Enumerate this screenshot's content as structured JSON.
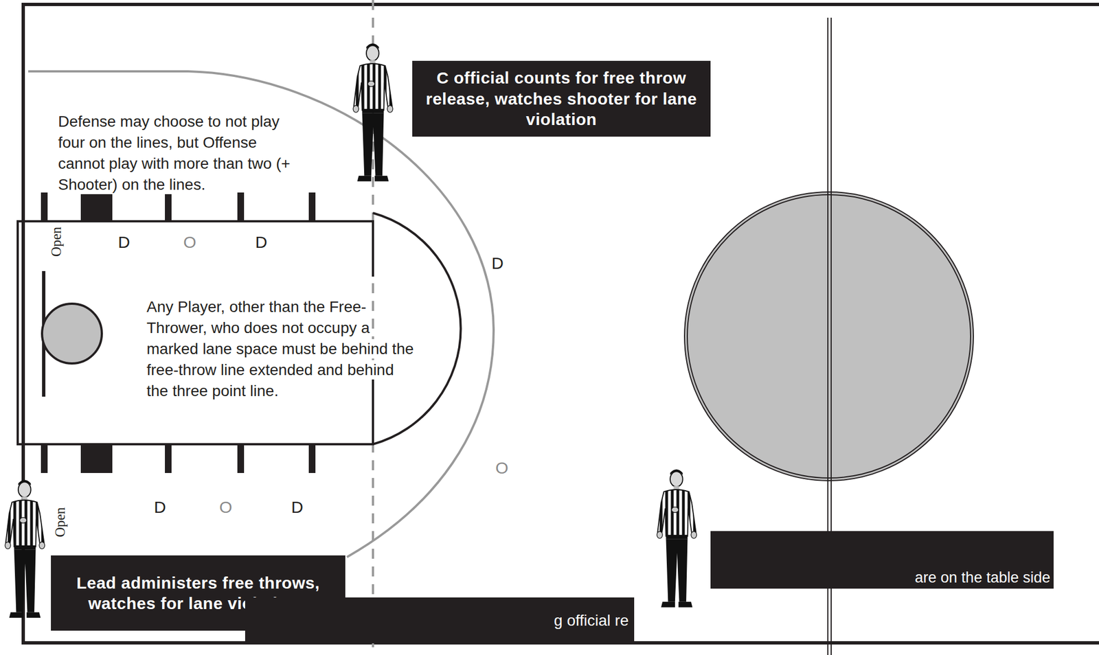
{
  "diagram": {
    "nodes": [
      {
        "text": [
          "C official counts for free throw release, watches shooter for lane violation"
        ]
      },
      {
        "text": [
          "are on the table side"
        ]
      },
      {
        "text": [
          "Lead administers free throws, watches for lane violations"
        ]
      },
      {
        "text": [
          "g official re"
        ]
      }
    ],
    "labels": [
      "Defense may choose to not play four on the lines, but Offense cannot play with more than two (+ Shooter) on the lines.",
      "Open",
      "D",
      "O",
      "D",
      "Any Player, other than the Free-Thrower, who does not occupy a marked lane space must be behind the free-throw line extended and behind the three point line.",
      "D",
      "O",
      "Open",
      "D",
      "O",
      "D"
    ]
  }
}
